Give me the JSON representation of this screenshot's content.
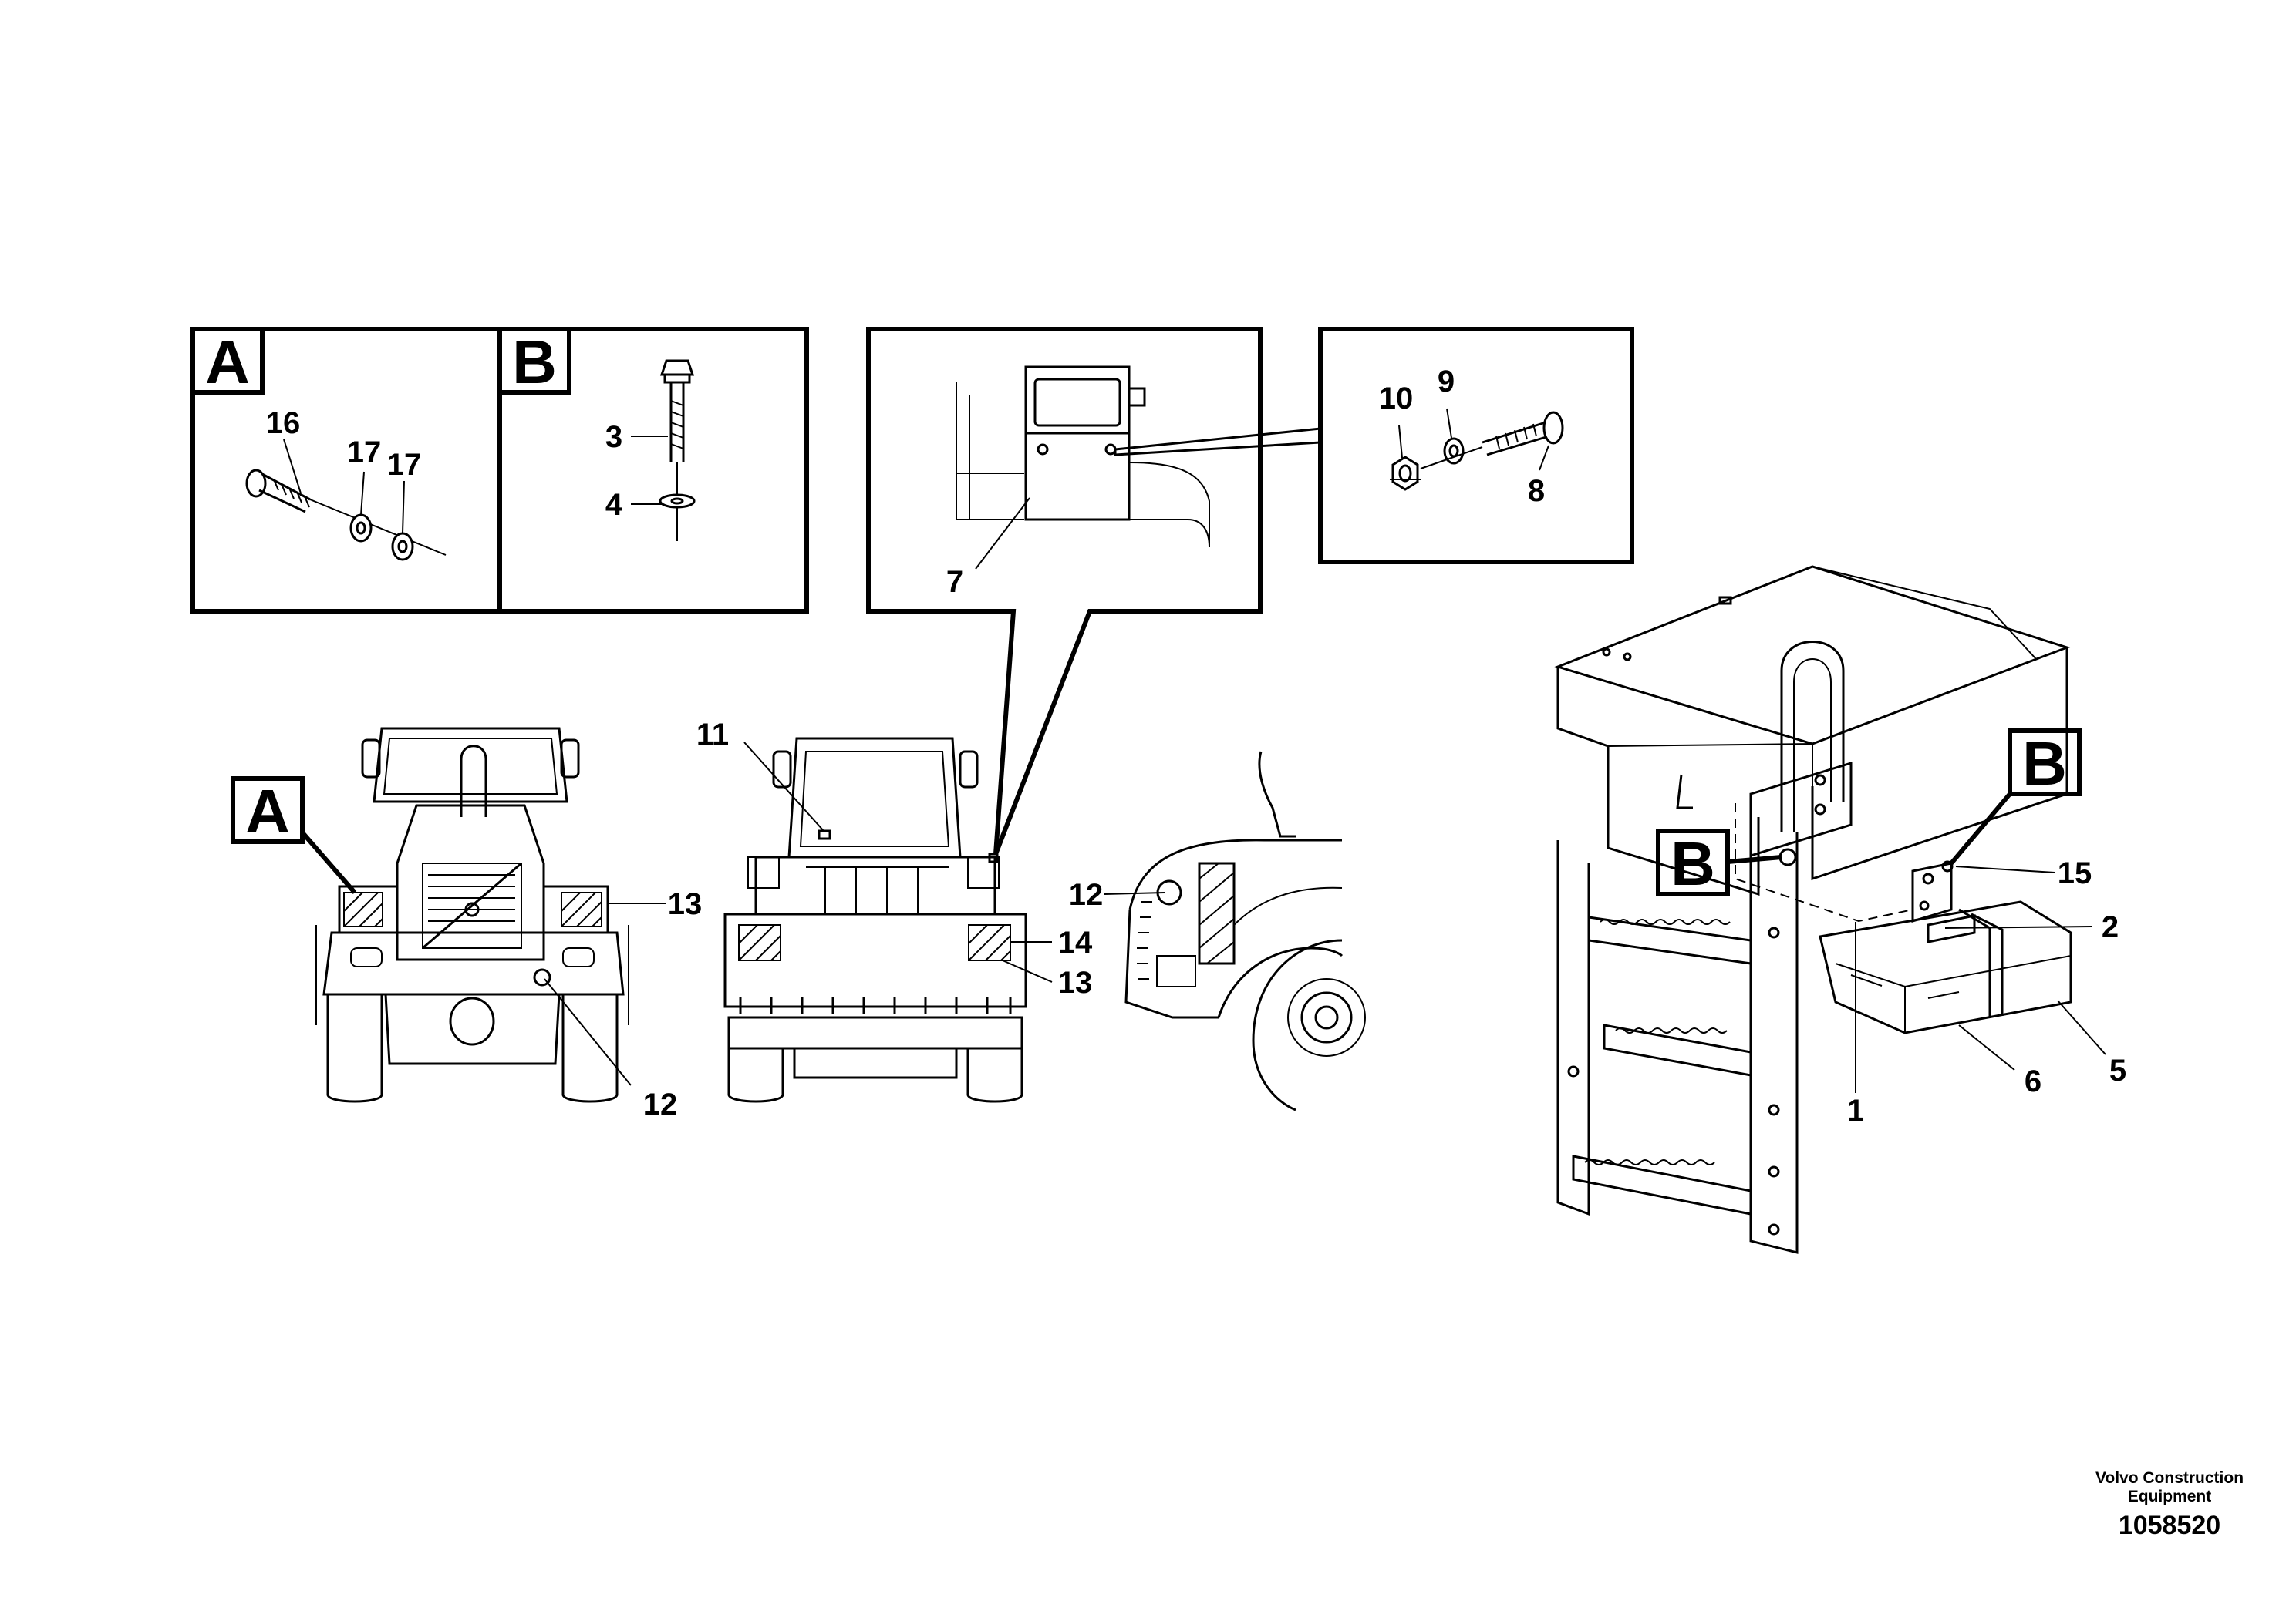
{
  "detail_boxes": {
    "a": "A",
    "b": "B"
  },
  "reference_letters": {
    "front_view": "A",
    "ladder_upper": "B",
    "ladder_lower": "B"
  },
  "callouts": {
    "c1": "1",
    "c2": "2",
    "c3": "3",
    "c4": "4",
    "c5": "5",
    "c6": "6",
    "c7": "7",
    "c8": "8",
    "c9": "9",
    "c10": "10",
    "c11": "11",
    "c12_front": "12",
    "c12_side": "12",
    "c13_front": "13",
    "c13_rear": "13",
    "c14": "14",
    "c15": "15",
    "c16": "16",
    "c17_a": "17",
    "c17_b": "17"
  },
  "credit": {
    "line1": "Volvo Construction",
    "line2": "Equipment",
    "doc_number": "1058520"
  }
}
